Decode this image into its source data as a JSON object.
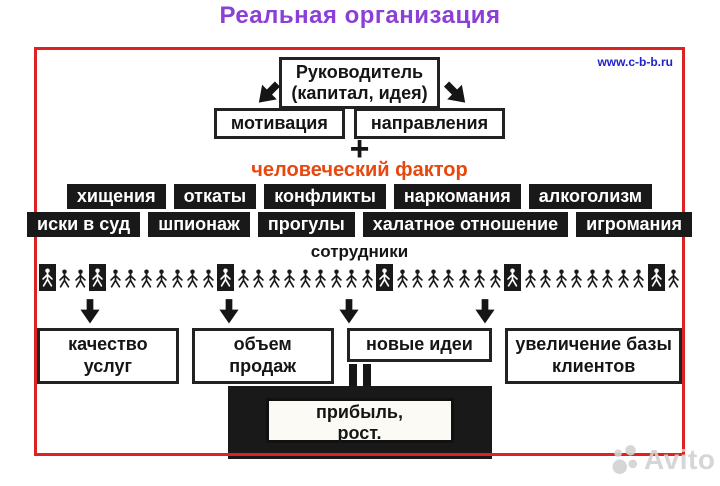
{
  "title": "Реальная организация",
  "website": "www.c-b-b.ru",
  "colors": {
    "title_purple": "#8b3fd6",
    "human_factor_orange": "#e8470d",
    "frame_red": "#dc2222",
    "website_blue": "#2121cc"
  },
  "flow": {
    "leader_line1": "Руководитель",
    "leader_line2": "(капитал, идея)",
    "motivation": "мотивация",
    "directions": "направления",
    "plus_sign": "+",
    "human_factor": "человеческий фактор"
  },
  "problems": {
    "row1": [
      "хищения",
      "откаты",
      "конфликты",
      "наркомания",
      "алкоголизм"
    ],
    "row2": [
      "иски в суд",
      "шпионаж",
      "прогулы",
      "халатное отношение",
      "игромания"
    ]
  },
  "employees": {
    "label": "сотрудники",
    "figures": [
      1,
      0,
      0,
      1,
      0,
      0,
      0,
      0,
      0,
      0,
      0,
      1,
      0,
      0,
      0,
      0,
      0,
      0,
      0,
      0,
      0,
      1,
      0,
      0,
      0,
      0,
      0,
      0,
      0,
      1,
      0,
      0,
      0,
      0,
      0,
      0,
      0,
      0,
      1,
      0
    ]
  },
  "outcomes": [
    "качество услуг",
    "объем продаж",
    "новые идеи",
    "увеличение базы клиентов"
  ],
  "result": {
    "line1": "прибыль,",
    "line2": "рост."
  },
  "watermark": "Avito"
}
